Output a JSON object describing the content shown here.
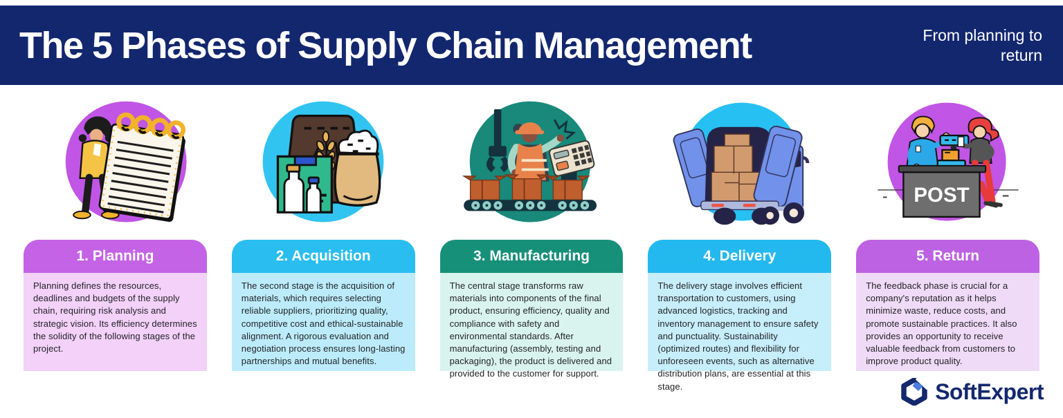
{
  "header": {
    "title": "The 5 Phases of Supply Chain Management",
    "subtitle": "From planning to return",
    "background_color": "#13276F",
    "text_color": "#FFFFFF"
  },
  "phases": [
    {
      "title": "1. Planning",
      "description": "Planning defines the resources, deadlines and budgets of the supply chain, requiring risk analysis and strategic vision. Its efficiency determines the solidity of the following stages of the project.",
      "header_color": "#C463E6",
      "body_color": "#F3D1F9",
      "circle_color": "#C155E5",
      "illustration": "person-holding-large-spiral-checklist"
    },
    {
      "title": "2. Acquisition",
      "description": "The second stage is the acquisition of materials, which requires selecting reliable suppliers, prioritizing quality, competitive cost and ethical-sustainable alignment. A rigorous evaluation and negotiation process ensures long-lasting partnerships and mutual benefits.",
      "header_color": "#29BEEF",
      "body_color": "#BCECFB",
      "circle_color": "#32C4F1",
      "illustration": "raw-materials-sack-wheat-flour-bottles"
    },
    {
      "title": "3. Manufacturing",
      "description": "The central stage transforms raw materials into components of the final product, ensuring efficiency, quality and compliance with safety and environmental standards. After manufacturing (assembly, testing and packaging), the product is delivered and provided to the customer for support.",
      "header_color": "#17907A",
      "body_color": "#D9F4EE",
      "circle_color": "#18897A",
      "illustration": "factory-worker-conveyor-belt-boxes"
    },
    {
      "title": "4. Delivery",
      "description": "The delivery stage involves efficient transportation to customers, using advanced logistics, tracking and inventory management to ensure safety and punctuality. Sustainability (optimized routes) and flexibility for unforeseen events, such as alternative distribution plans, are essential at this stage.",
      "header_color": "#23B9EE",
      "body_color": "#C7EEFB",
      "circle_color": "#27C0F2",
      "illustration": "delivery-truck-open-doors-stacked-boxes"
    },
    {
      "title": "5. Return",
      "description": "The feedback phase is crucial for a company's reputation as it helps minimize waste, reduce costs, and promote sustainable practices. It also provides an opportunity to receive valuable feedback from customers to improve product quality.",
      "header_color": "#BD62E2",
      "body_color": "#EFDBF7",
      "circle_color": "#C155E5",
      "counter_label": "POST",
      "illustration": "post-counter-clerk-and-customer"
    }
  ],
  "footer": {
    "logo_text": "SoftExpert",
    "logo_color": "#14286E",
    "logo_accent_color": "#4A7DE0"
  }
}
